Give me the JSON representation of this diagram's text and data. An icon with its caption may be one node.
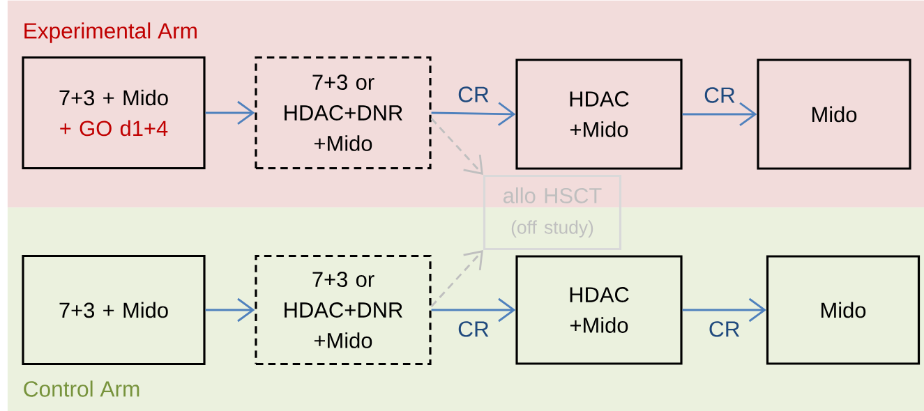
{
  "diagram": {
    "nodes": [
      {
        "text": [
          "Experimental Arm"
        ]
      },
      {
        "text": [
          "7+3 + Mido",
          "+ GO d1+4"
        ],
        "in": 0
      },
      {
        "text": [
          "7+3 or HDAC+DNR +Mido"
        ],
        "in": 0
      },
      {
        "text": [
          "HDAC +Mido"
        ],
        "in": 0
      },
      {
        "text": [
          "Mido"
        ],
        "in": 0
      },
      {
        "text": [
          "allo HSCT",
          "(off study)"
        ]
      },
      {
        "text": [
          "Control Arm"
        ]
      },
      {
        "text": [
          "7+3 + Mido"
        ],
        "in": 6
      },
      {
        "text": [
          "7+3 or HDAC+DNR +Mido"
        ],
        "in": 6
      },
      {
        "text": [
          "HDAC +Mido"
        ],
        "in": 6
      },
      {
        "text": [
          "Mido"
        ],
        "in": 6
      }
    ],
    "edges": [
      {
        "from": 1,
        "to": 2,
        "arrow": "to"
      },
      {
        "from": 2,
        "to": 3,
        "arrow": "to",
        "label": "CR"
      },
      {
        "from": 3,
        "to": 4,
        "arrow": "to",
        "label": "CR"
      },
      {
        "from": 2,
        "to": 5,
        "arrow": "to",
        "style": "dashed",
        "color": "#bfbfbf"
      },
      {
        "from": 7,
        "to": 8,
        "arrow": "to"
      },
      {
        "from": 8,
        "to": 9,
        "arrow": "to",
        "label": "CR"
      },
      {
        "from": 9,
        "to": 10,
        "arrow": "to",
        "label": "CR"
      },
      {
        "from": 8,
        "to": 5,
        "arrow": "to",
        "style": "dashed",
        "color": "#bfbfbf"
      }
    ]
  }
}
